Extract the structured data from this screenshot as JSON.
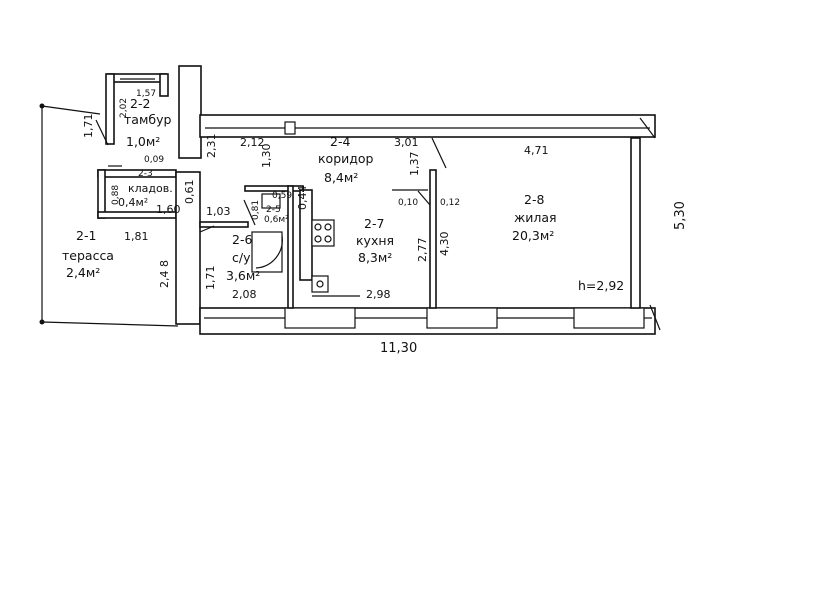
{
  "rooms": [
    {
      "id": "2-1",
      "name": "терасса",
      "area": "2,4м²"
    },
    {
      "id": "2-2",
      "name": "тамбур",
      "area": "1,0м²"
    },
    {
      "id": "2-3",
      "name": "кладов.",
      "area": "0,4м²"
    },
    {
      "id": "2-4",
      "name": "коридор",
      "area": "8,4м²"
    },
    {
      "id": "2-6",
      "name": "с/у",
      "area": "3,6м²"
    },
    {
      "id": "2-7",
      "name": "кухня",
      "area": "8,3м²"
    },
    {
      "id": "2-8",
      "name": "жилая",
      "area": "20,3м²"
    }
  ],
  "dimensions": {
    "total_length": "11,30",
    "total_height": "5,30",
    "ceiling_height": "h=2,92",
    "d_1_57": "1,57",
    "d_2_02": "2,02",
    "d_1_71_a": "1,71",
    "d_0_09": "0,09",
    "d_0_88": "0,88",
    "d_1_60": "1,60",
    "d_1_81": "1,81",
    "d_2_4_8": "2,4 8",
    "d_0_61": "0,61",
    "d_2_31": "2,31",
    "d_2_12": "2,12",
    "d_1_30": "1,30",
    "d_3_01": "3,01",
    "d_1_37": "1,37",
    "d_4_71": "4,71",
    "d_1_03": "1,03",
    "d_0_44": "0,44",
    "d_0_10": "0,10",
    "d_0_12": "0,12",
    "d_2_77": "2,77",
    "d_4_30": "4,30",
    "d_1_71_b": "1,71",
    "d_2_08": "2,08",
    "d_2_98": "2,98",
    "d_0_81": "0,81",
    "d_0_59": "0,59",
    "d_0_6m": "0,6м²",
    "d_2_5": "2-5"
  }
}
